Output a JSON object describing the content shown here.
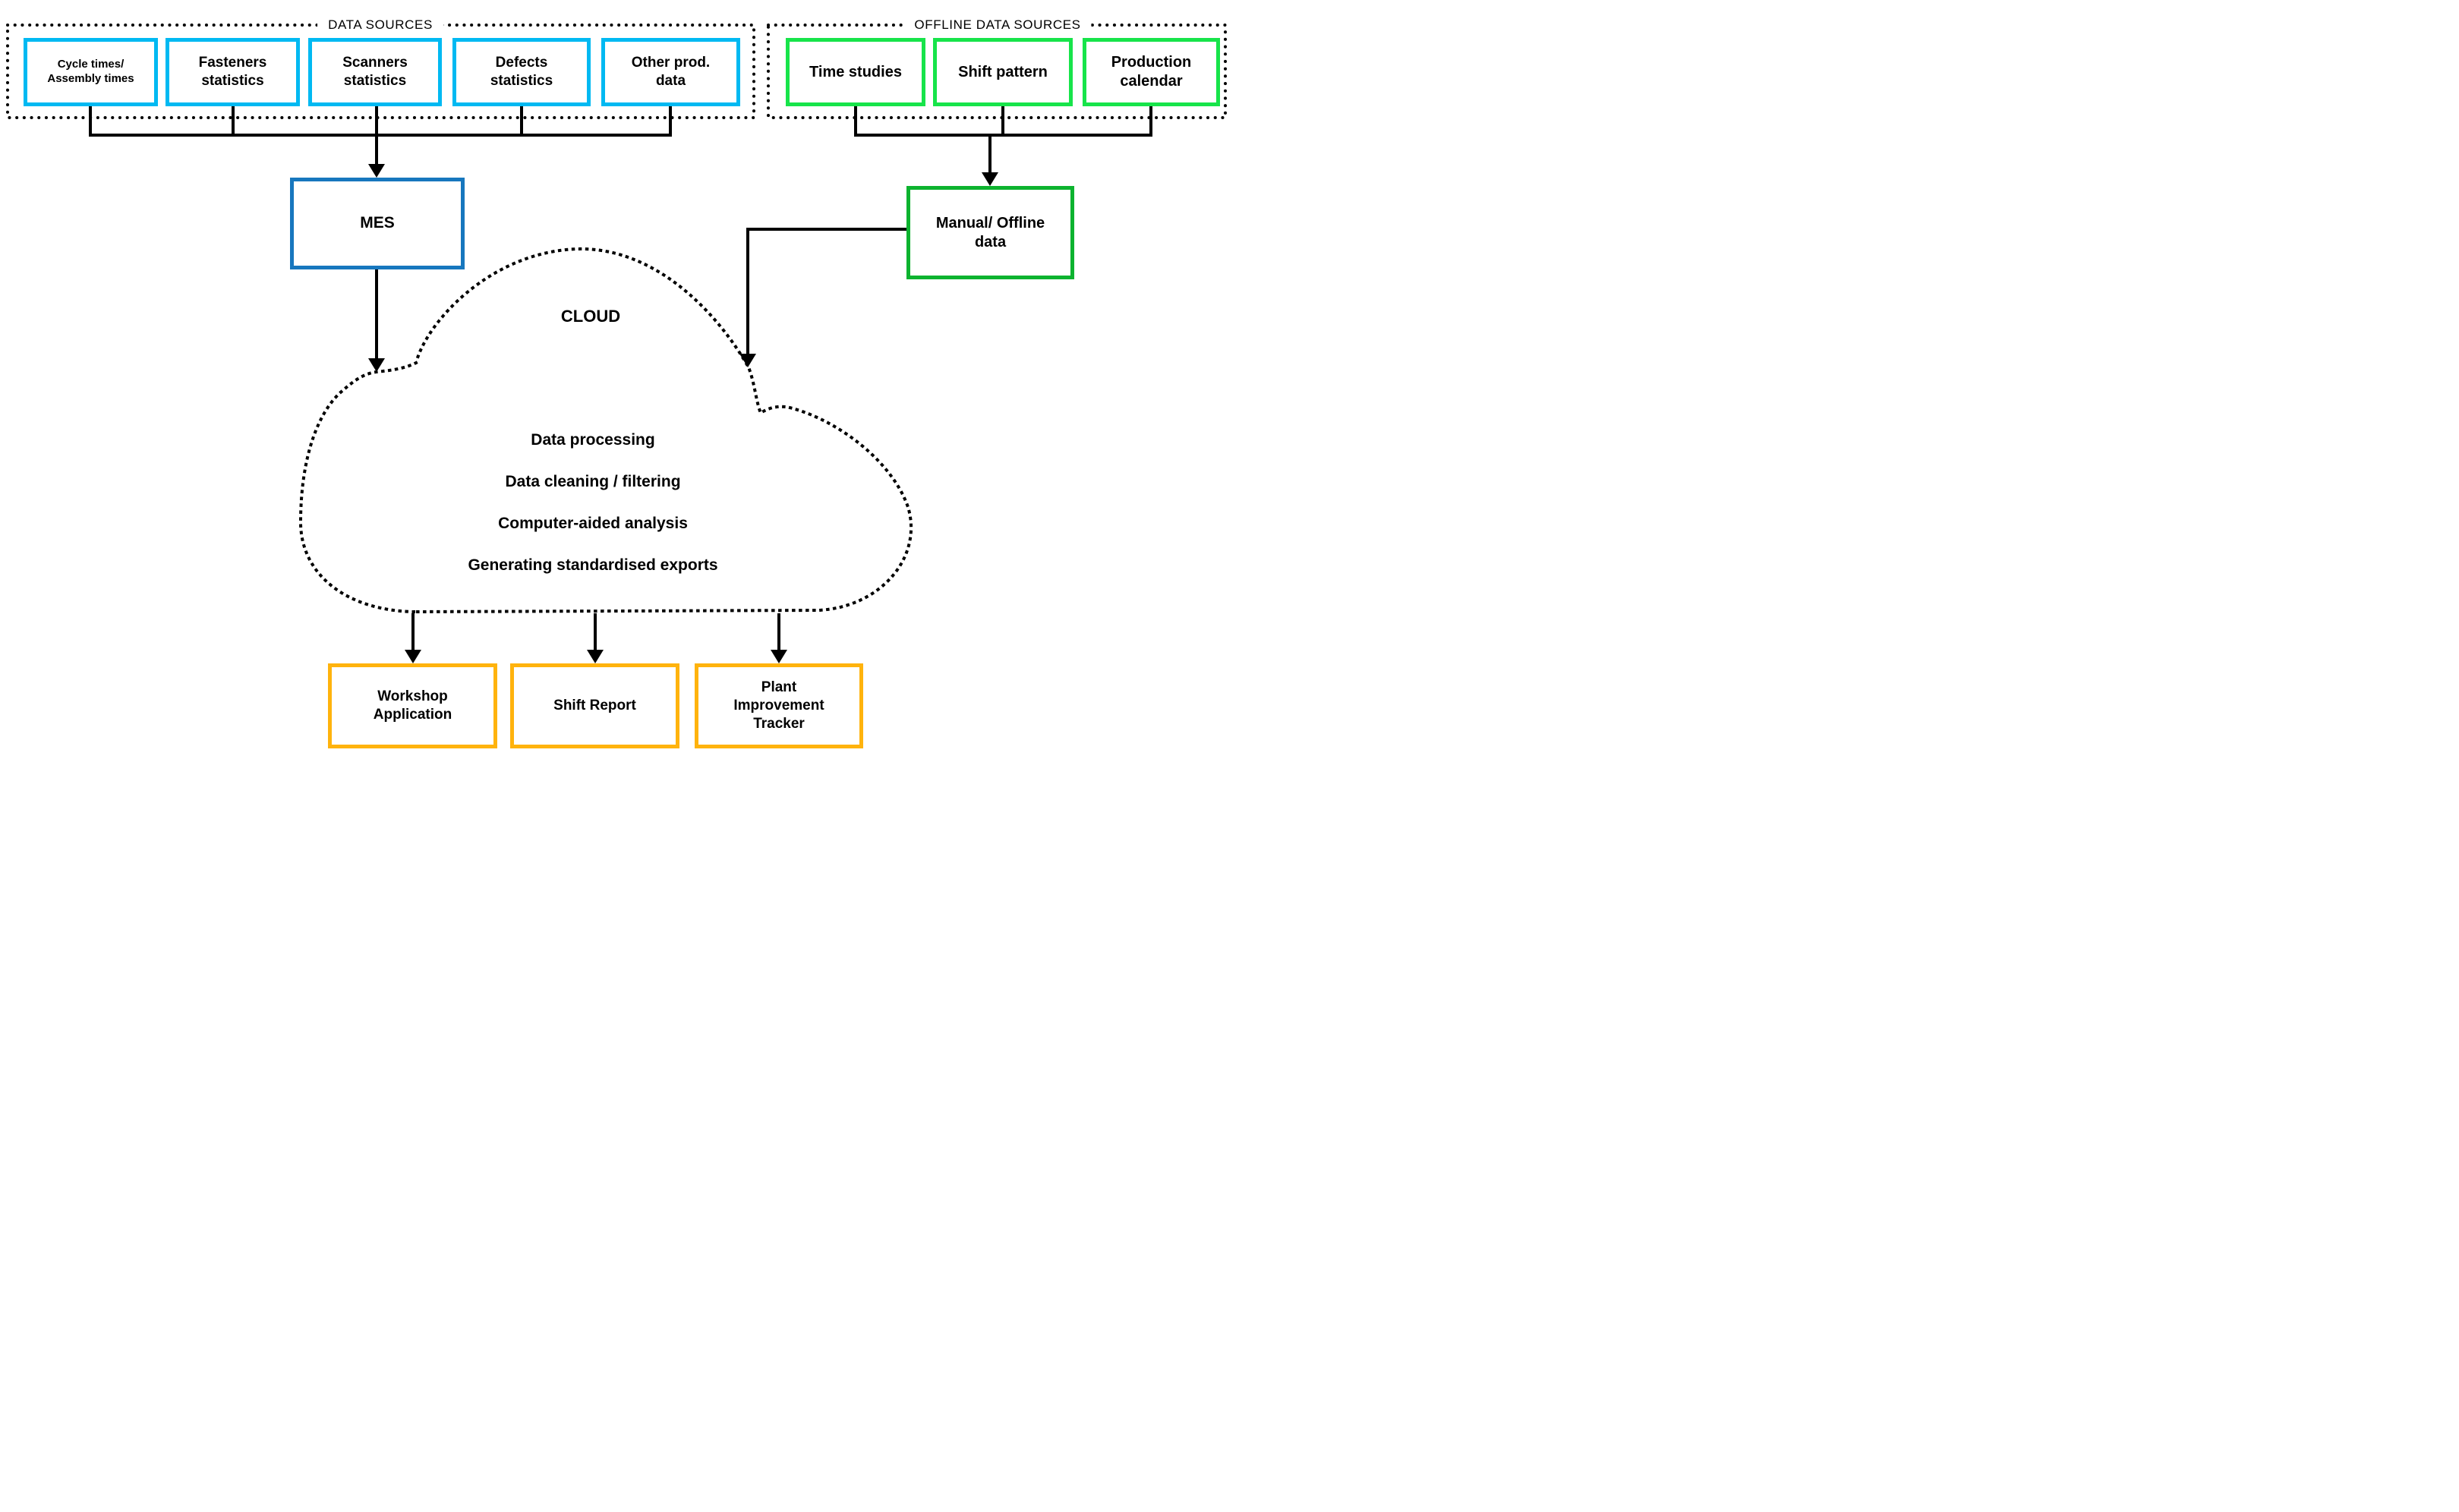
{
  "zones": {
    "data_sources": {
      "label": "DATA SOURCES",
      "boxes": [
        {
          "label": "Cycle times/\nAssembly times"
        },
        {
          "label": "Fasteners\nstatistics"
        },
        {
          "label": "Scanners\nstatistics"
        },
        {
          "label": "Defects\nstatistics"
        },
        {
          "label": "Other prod.\ndata"
        }
      ]
    },
    "offline_data_sources": {
      "label": "OFFLINE DATA SOURCES",
      "boxes": [
        {
          "label": "Time studies"
        },
        {
          "label": "Shift pattern"
        },
        {
          "label": "Production\ncalendar"
        }
      ]
    }
  },
  "nodes": {
    "mes": {
      "label": "MES"
    },
    "manual_offline": {
      "label": "Manual/ Offline\ndata"
    }
  },
  "cloud": {
    "title": "CLOUD",
    "functions": [
      {
        "label": "Data processing"
      },
      {
        "label": "Data cleaning / filtering"
      },
      {
        "label": "Computer-aided analysis"
      },
      {
        "label": "Generating standardised exports"
      }
    ]
  },
  "outputs": [
    {
      "label": "Workshop\nApplication"
    },
    {
      "label": "Shift Report"
    },
    {
      "label": "Plant\nImprovement\nTracker"
    }
  ],
  "colors": {
    "online_source_border": "#00B9F2",
    "mes_border": "#1777BE",
    "offline_source_border": "#17E44A",
    "manual_offline_border": "#0DB32F",
    "output_border": "#FFB30D",
    "connector": "#000000",
    "background": "#FFFFFF"
  }
}
